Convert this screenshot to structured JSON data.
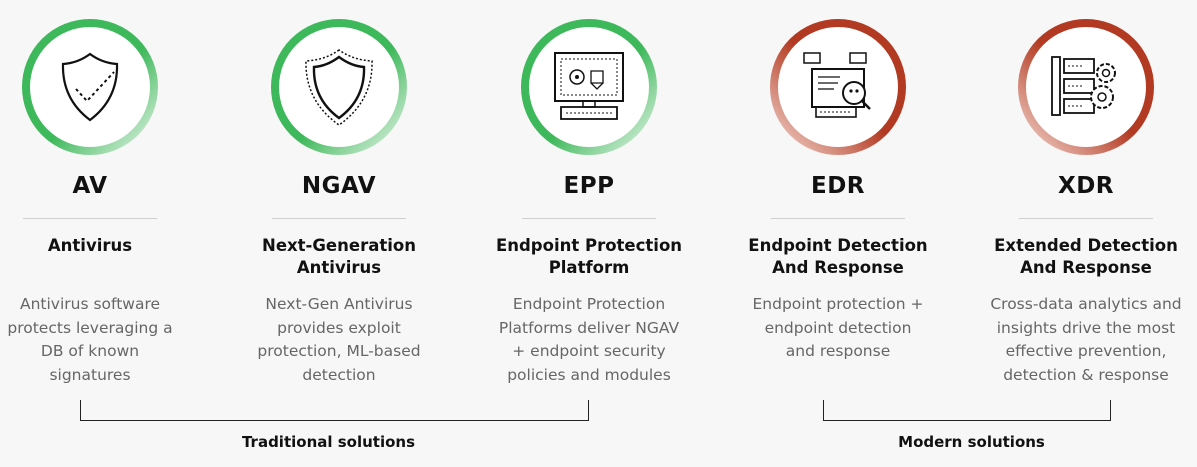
{
  "colors": {
    "traditional": "#3db85a",
    "modern": "#b33a22",
    "text": "#111111",
    "muted": "#666666"
  },
  "solutions": [
    {
      "acronym": "AV",
      "name_line1": "Antivirus",
      "name_line2": "",
      "desc": [
        "Antivirus software",
        "protects leveraging a",
        "DB of known",
        "signatures"
      ],
      "icon": "shield-check-icon",
      "group": "traditional"
    },
    {
      "acronym": "NGAV",
      "name_line1": "Next-Generation",
      "name_line2": "Antivirus",
      "desc": [
        "Next-Gen Antivirus",
        "provides exploit",
        "protection, ML-based",
        "detection"
      ],
      "icon": "shield-icon",
      "group": "traditional"
    },
    {
      "acronym": "EPP",
      "name_line1": "Endpoint Protection",
      "name_line2": "Platform",
      "desc": [
        "Endpoint Protection",
        "Platforms deliver NGAV",
        "+ endpoint security",
        "policies and modules"
      ],
      "icon": "computer-biohazard-icon",
      "group": "traditional"
    },
    {
      "acronym": "EDR",
      "name_line1": "Endpoint Detection",
      "name_line2": "And Response",
      "desc": [
        "Endpoint protection +",
        "endpoint detection",
        "and response",
        ""
      ],
      "icon": "computer-magnifier-icon",
      "group": "modern"
    },
    {
      "acronym": "XDR",
      "name_line1": "Extended Detection",
      "name_line2": "And Response",
      "desc": [
        "Cross-data analytics and",
        "insights drive the most",
        "effective prevention,",
        "detection & response"
      ],
      "icon": "server-gears-icon",
      "group": "modern"
    }
  ],
  "groups": {
    "traditional": "Traditional solutions",
    "modern": "Modern solutions"
  }
}
